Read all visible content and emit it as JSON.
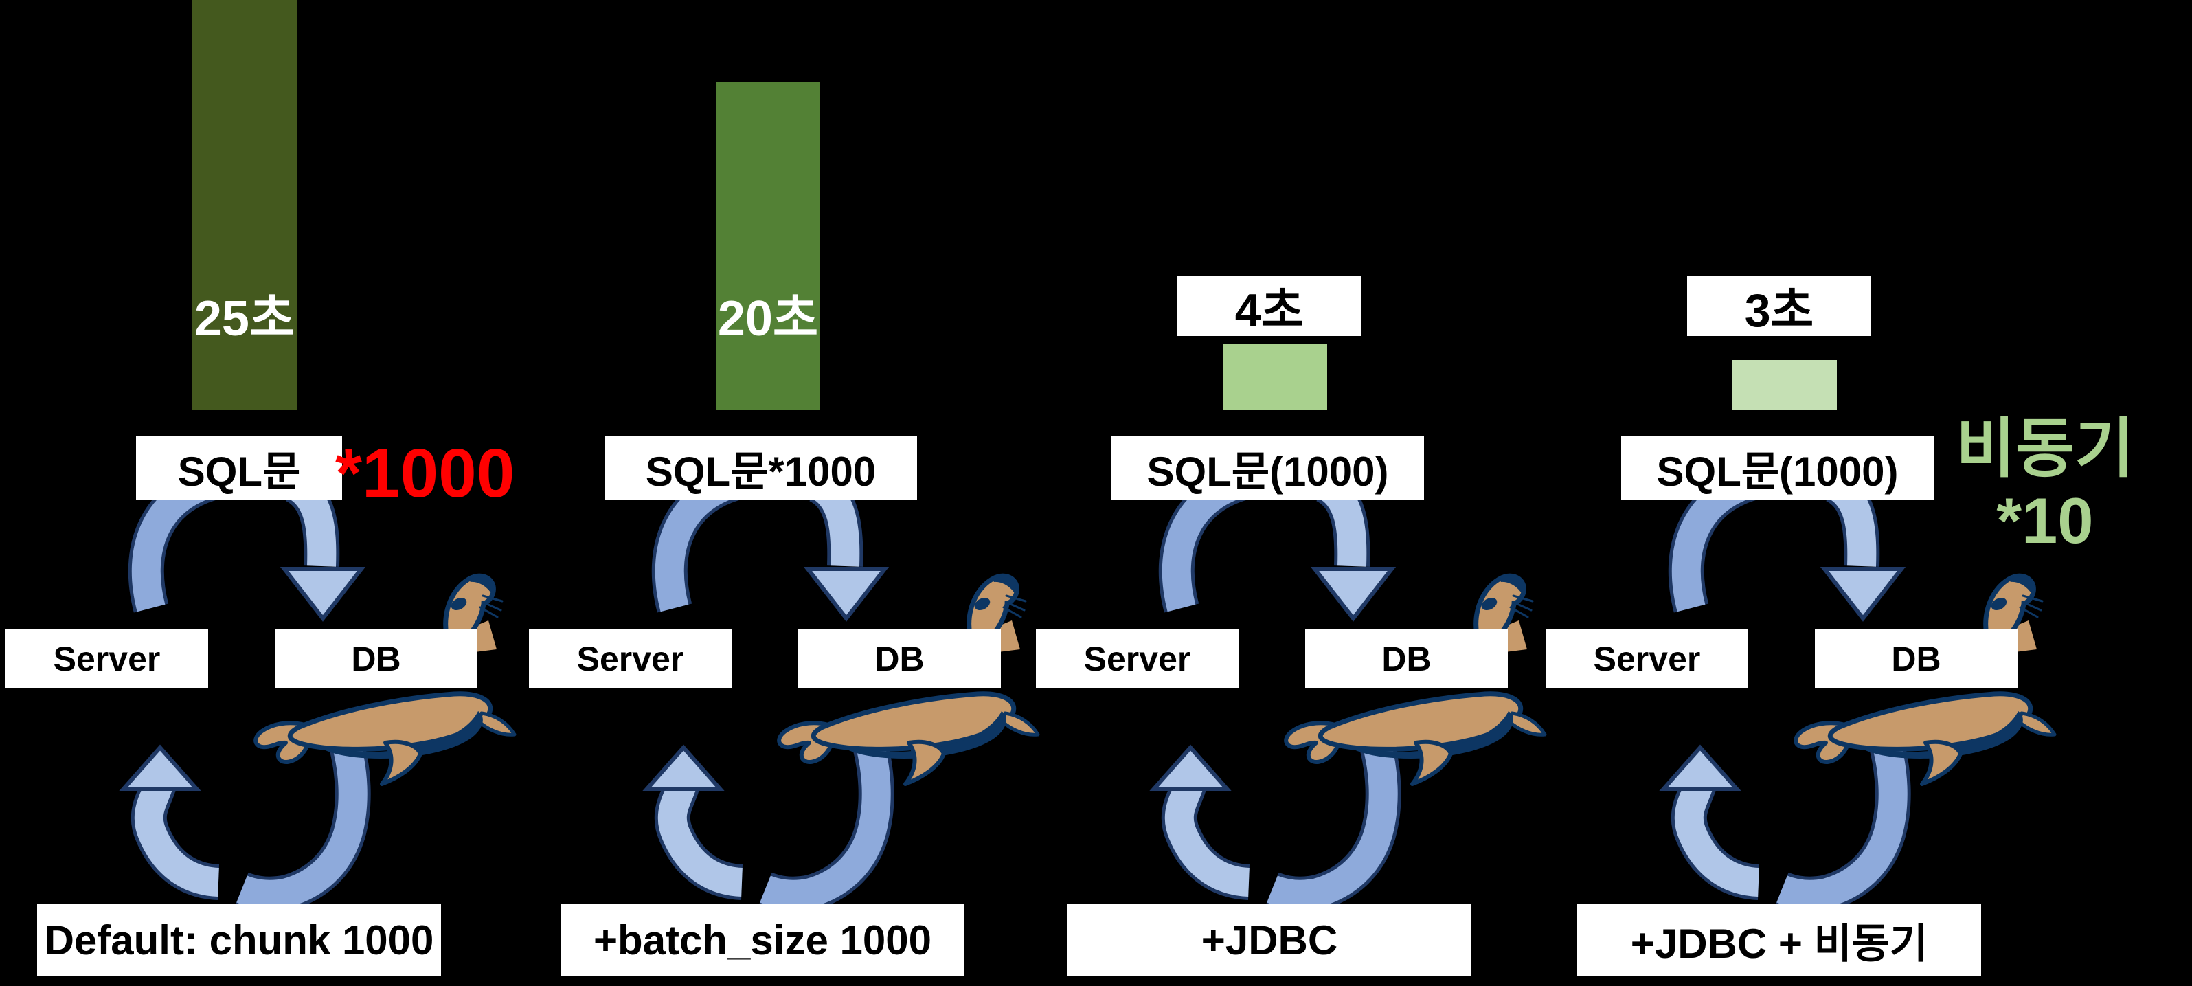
{
  "canvas": {
    "background": "#000000"
  },
  "colors": {
    "bar_dark_green": "#44591E",
    "bar_green": "#538135",
    "bar_light_green": "#A9D18E",
    "bar_pale_green": "#C5E0B4",
    "annotation_red": "#FF0000",
    "annotation_green": "#A9D18E",
    "arrow_slate_blue": "#8EAADB",
    "arrow_light_blue": "#B0C6E8",
    "arrow_outline_navy": "#1F3864",
    "seal_tan": "#C79A6B",
    "seal_navy": "#0D3663",
    "box_white": "#FFFFFF",
    "text_black": "#000000",
    "text_white": "#FFFFFF"
  },
  "chart_data": {
    "type": "bar",
    "categories": [
      "Default: chunk 1000",
      "+batch_size 1000",
      "+JDBC",
      "+JDBC + 비동기"
    ],
    "values": [
      25,
      20,
      4,
      3
    ],
    "unit": "초",
    "bar_colors": [
      "#44591E",
      "#538135",
      "#A9D18E",
      "#C5E0B4"
    ],
    "value_labels": [
      "25초",
      "20초",
      "4초",
      "3초"
    ]
  },
  "columns": [
    {
      "id": "default-chunk",
      "bar": {
        "label": "25초",
        "seconds": 25,
        "color": "#44591E",
        "label_placement": "inside"
      },
      "sql_label": "SQL문",
      "annotation": {
        "text": "*1000",
        "color": "#FF0000"
      },
      "server_label": "Server",
      "db_label": "DB",
      "bottom_label": "Default: chunk 1000"
    },
    {
      "id": "batch-size",
      "bar": {
        "label": "20초",
        "seconds": 20,
        "color": "#538135",
        "label_placement": "inside"
      },
      "sql_label": "SQL문*1000",
      "annotation": null,
      "server_label": "Server",
      "db_label": "DB",
      "bottom_label": "+batch_size 1000"
    },
    {
      "id": "jdbc",
      "bar": {
        "label": "4초",
        "seconds": 4,
        "color": "#A9D18E",
        "label_placement": "box-above"
      },
      "sql_label": "SQL문(1000)",
      "annotation": null,
      "server_label": "Server",
      "db_label": "DB",
      "bottom_label": "+JDBC"
    },
    {
      "id": "jdbc-async",
      "bar": {
        "label": "3초",
        "seconds": 3,
        "color": "#C5E0B4",
        "label_placement": "box-above"
      },
      "sql_label": "SQL문(1000)",
      "annotation": {
        "lines": [
          "비동기",
          "*10"
        ],
        "color": "#A9D18E"
      },
      "server_label": "Server",
      "db_label": "DB",
      "bottom_label": "+JDBC + 비동기"
    }
  ]
}
